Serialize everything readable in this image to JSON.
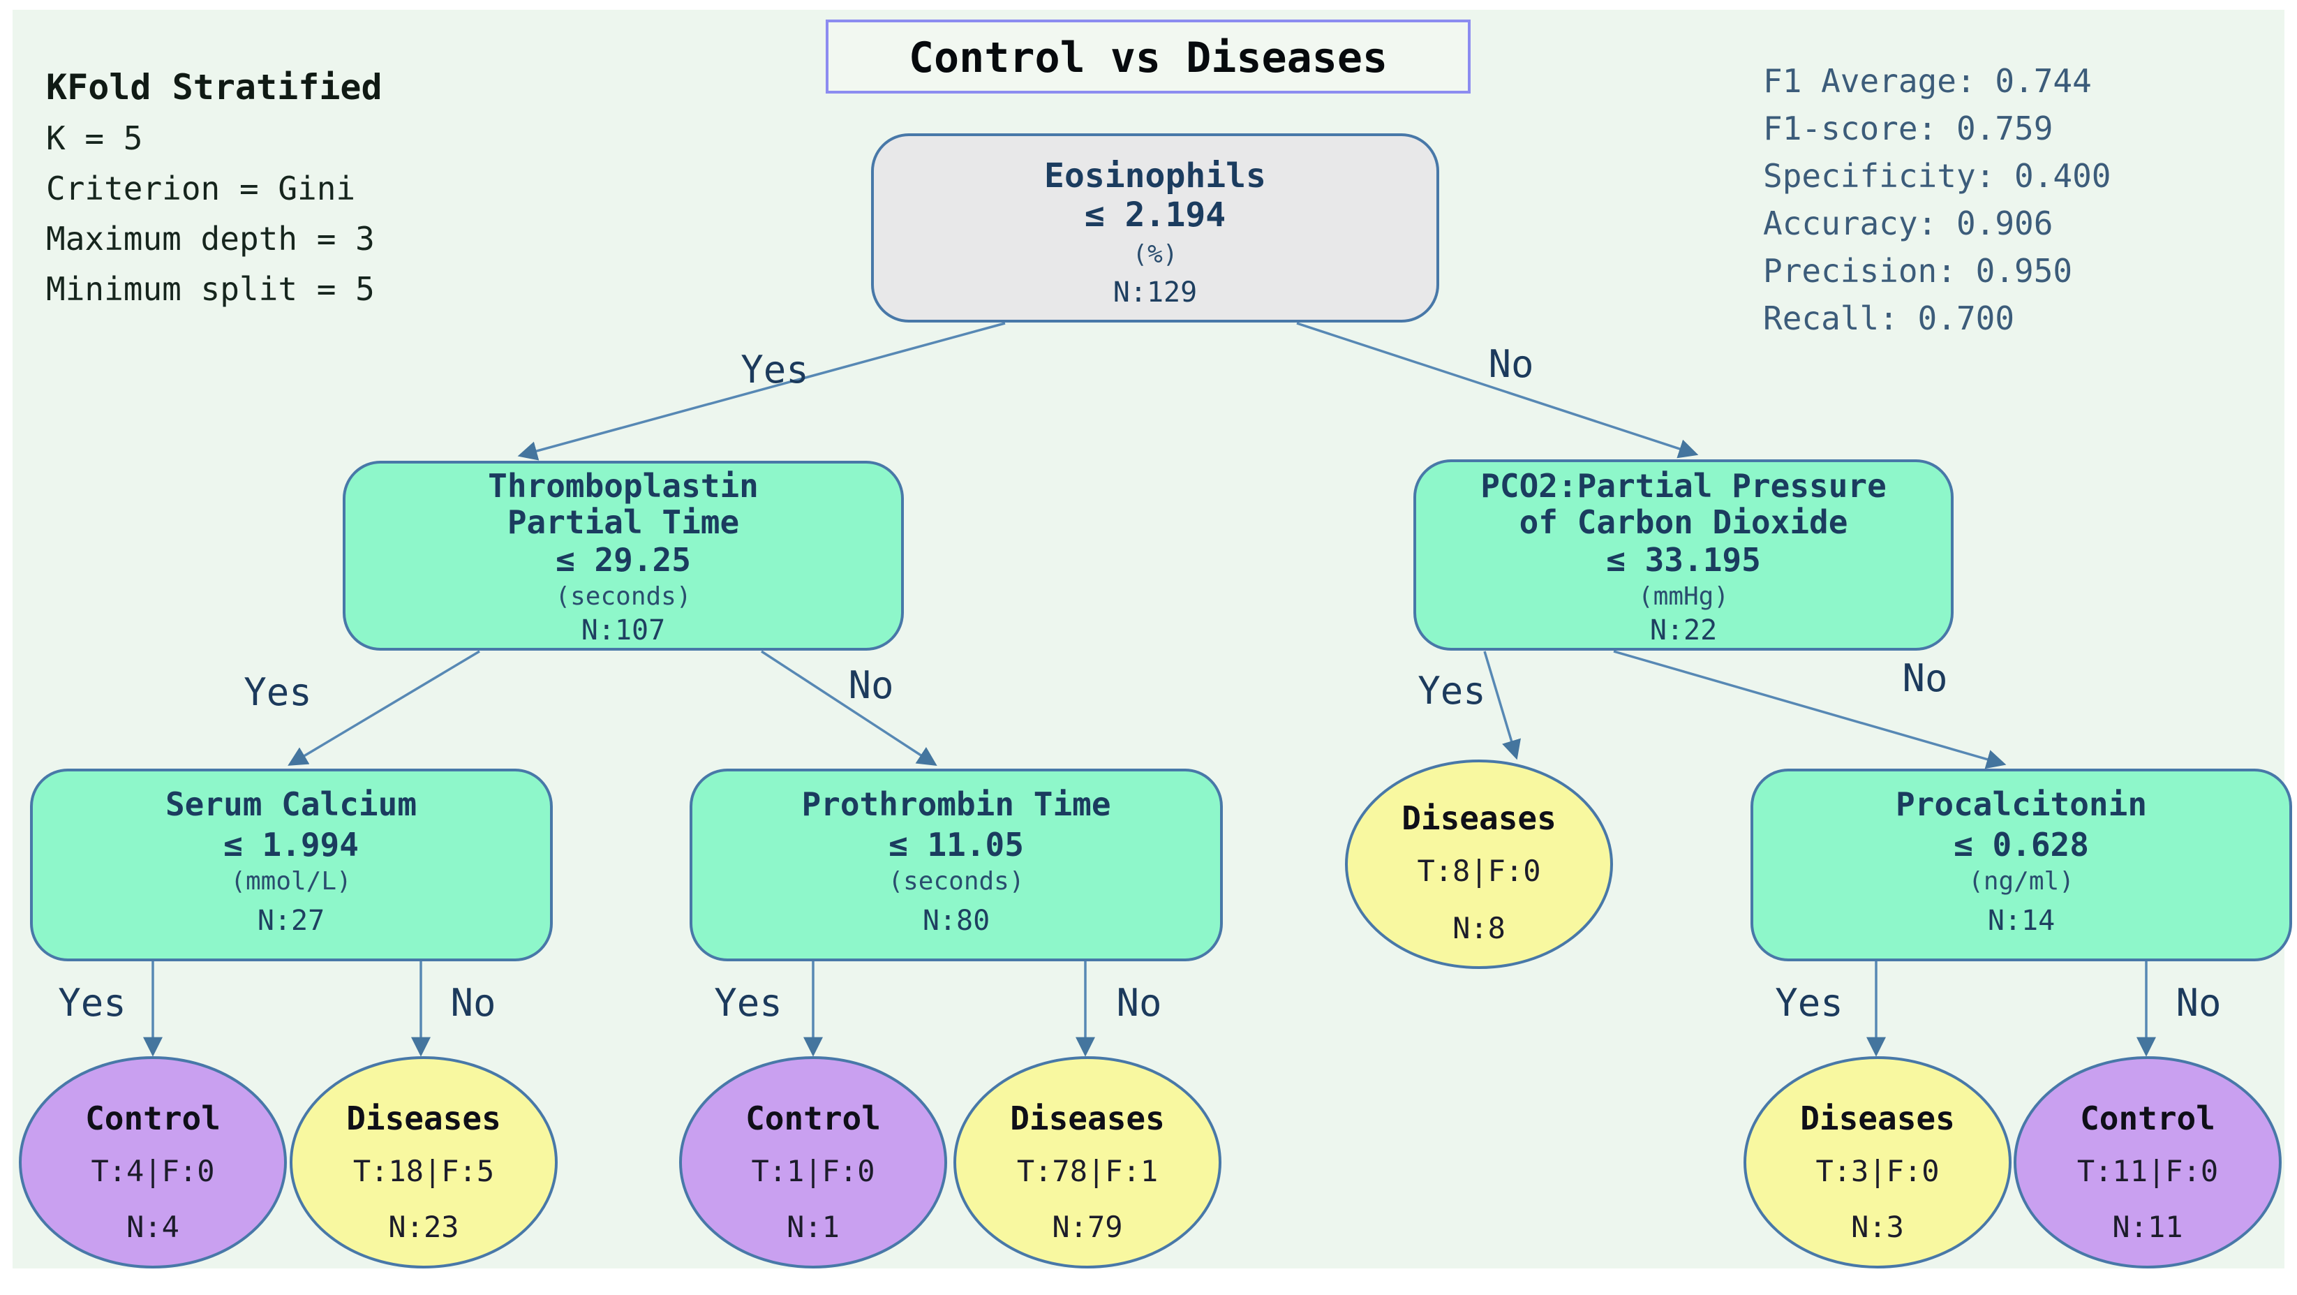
{
  "figure_title": "Control vs Diseases",
  "info_panel": {
    "title": "KFold Stratified",
    "lines": [
      "K = 5",
      "Criterion = Gini",
      "Maximum depth = 3",
      "Minimum split = 5"
    ]
  },
  "metrics_panel": {
    "lines": [
      "F1 Average: 0.744",
      "F1-score: 0.759",
      "Specificity: 0.400",
      "Accuracy: 0.906",
      "Precision: 0.950",
      "Recall: 0.700"
    ]
  },
  "colors": {
    "canvas_background": "#edf6ee",
    "root_node_fill": "#e8e8e9",
    "split_node_fill": "#8ef7ca",
    "control_leaf_fill": "#c9a0f0",
    "diseases_leaf_fill": "#f8f8a0",
    "node_border": "#4878a8",
    "edge_line": "#5788b4",
    "title_box_border": "#8c8cf0",
    "title_box_fill": "#f2f8f1"
  },
  "tree": {
    "edge_labels": {
      "yes": "Yes",
      "no": "No"
    },
    "root": {
      "label": "Eosinophils",
      "condition": "≤ 2.194",
      "unit": "(%)",
      "n": "N:129"
    },
    "left": {
      "label1": "Thromboplastin",
      "label2": "Partial Time",
      "condition": "≤ 29.25",
      "unit": "(seconds)",
      "n": "N:107"
    },
    "right": {
      "label1": "PCO2:Partial Pressure",
      "label2": "of Carbon Dioxide",
      "condition": "≤ 33.195",
      "unit": "(mmHg)",
      "n": "N:22"
    },
    "left_left": {
      "label": "Serum Calcium",
      "condition": "≤ 1.994",
      "unit": "(mmol/L)",
      "n": "N:27"
    },
    "left_right": {
      "label": "Prothrombin Time",
      "condition": "≤ 11.05",
      "unit": "(seconds)",
      "n": "N:80"
    },
    "right_left": {
      "label": "Diseases",
      "tf": "T:8|F:0",
      "n": "N:8"
    },
    "right_right": {
      "label": "Procalcitonin",
      "condition": "≤ 0.628",
      "unit": "(ng/ml)",
      "n": "N:14"
    },
    "leaf_ll_yes": {
      "label": "Control",
      "tf": "T:4|F:0",
      "n": "N:4"
    },
    "leaf_ll_no": {
      "label": "Diseases",
      "tf": "T:18|F:5",
      "n": "N:23"
    },
    "leaf_lr_yes": {
      "label": "Control",
      "tf": "T:1|F:0",
      "n": "N:1"
    },
    "leaf_lr_no": {
      "label": "Diseases",
      "tf": "T:78|F:1",
      "n": "N:79"
    },
    "leaf_rr_yes": {
      "label": "Diseases",
      "tf": "T:3|F:0",
      "n": "N:3"
    },
    "leaf_rr_no": {
      "label": "Control",
      "tf": "T:11|F:0",
      "n": "N:11"
    }
  }
}
